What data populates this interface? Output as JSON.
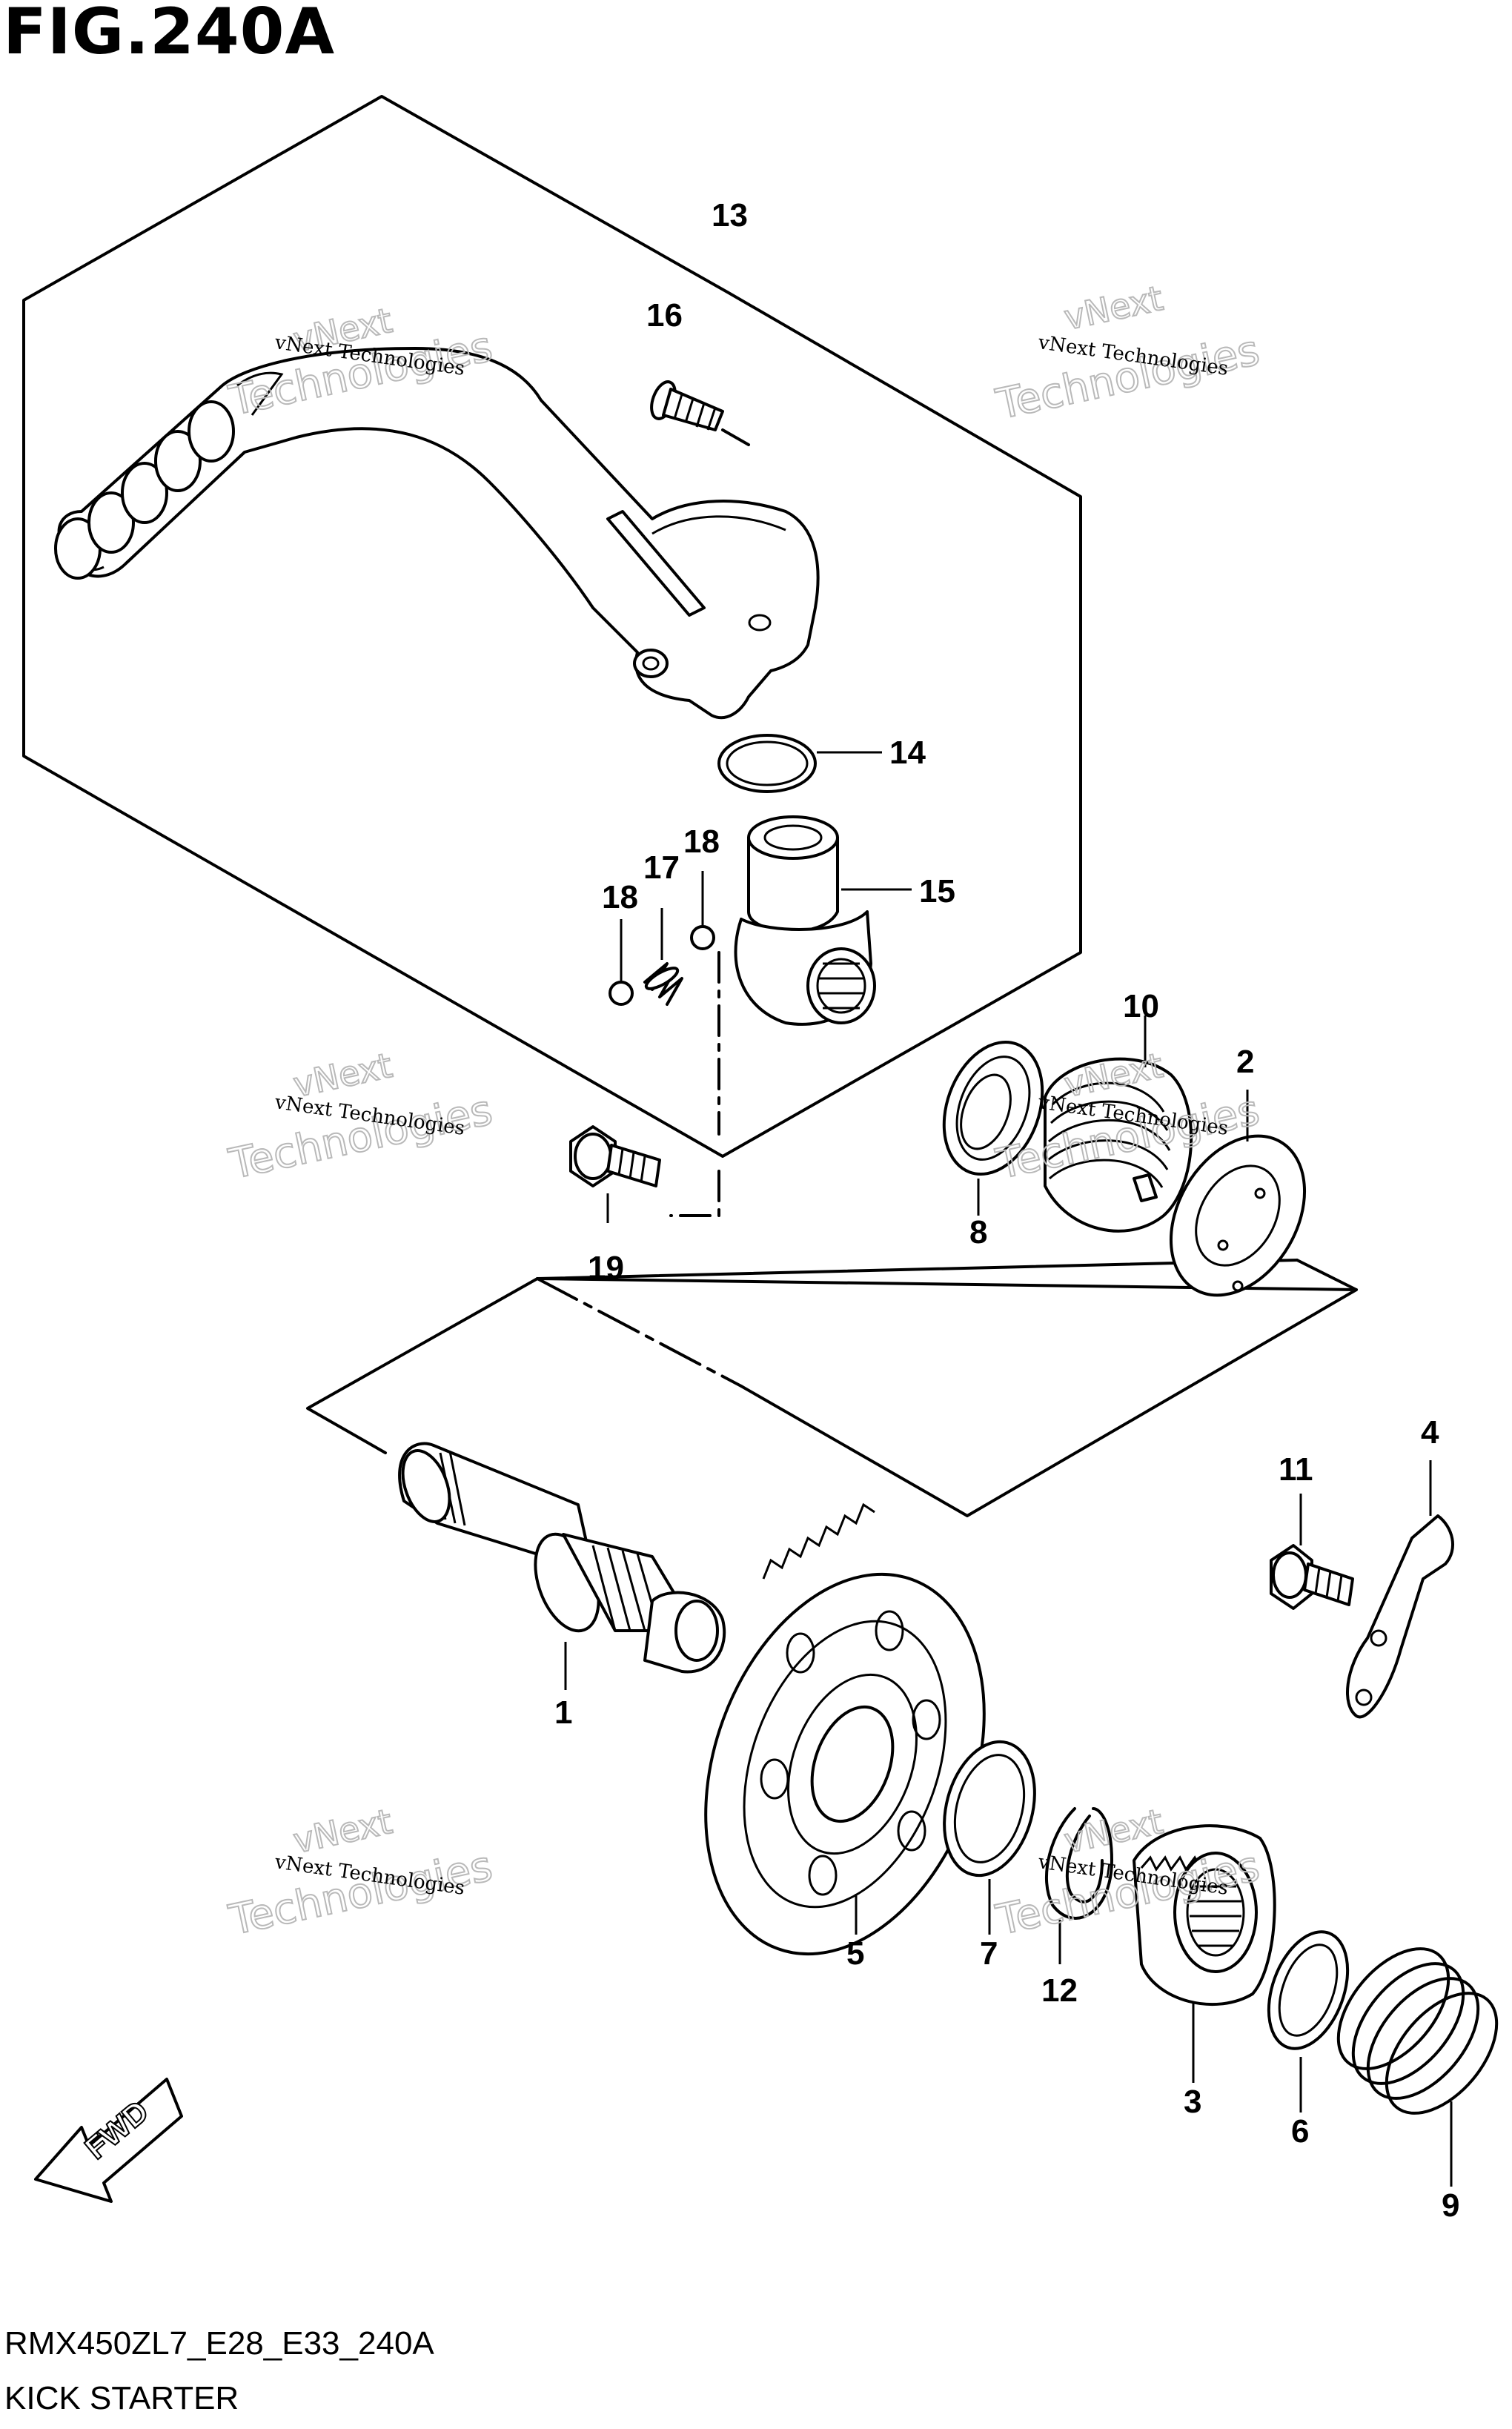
{
  "figure": {
    "title": "FIG.240A",
    "diagram_code": "RMX450ZL7_E28_E33_240A",
    "section_name": "KICK STARTER"
  },
  "watermark": {
    "line1": "vNext Technologies",
    "line2a": "vNext",
    "line2b": "Technologies"
  },
  "arrow": {
    "label": "FWD"
  },
  "parts": {
    "p1": "1",
    "p2": "2",
    "p3": "3",
    "p4": "4",
    "p5": "5",
    "p6": "6",
    "p7": "7",
    "p8": "8",
    "p9": "9",
    "p10": "10",
    "p11": "11",
    "p12": "12",
    "p13": "13",
    "p14": "14",
    "p15": "15",
    "p16": "16",
    "p17": "17",
    "p18a": "18",
    "p18b": "18",
    "p19": "19"
  },
  "colors": {
    "line": "#000000",
    "background": "#ffffff",
    "watermark_outline": "#b9b9b9"
  }
}
